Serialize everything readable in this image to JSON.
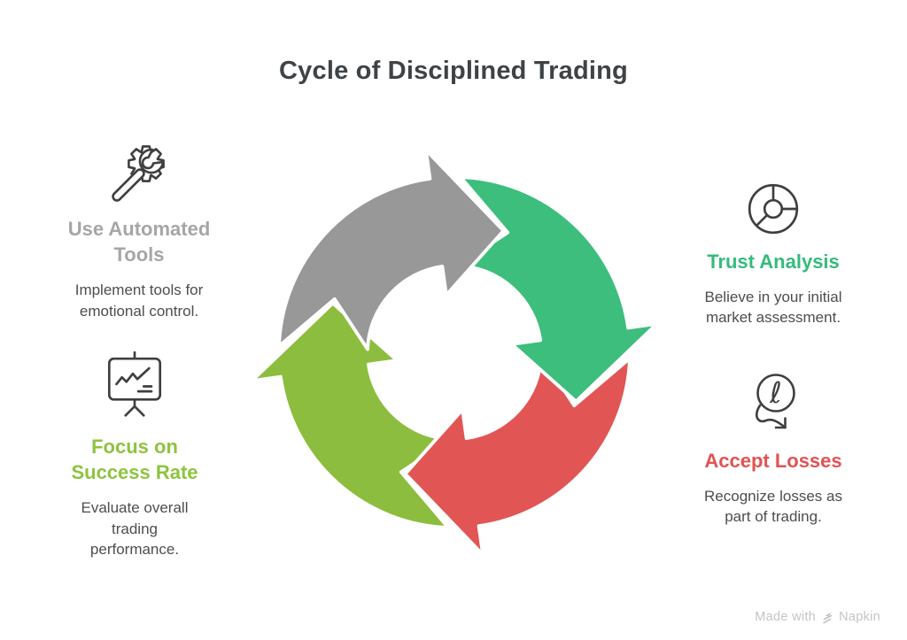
{
  "title": "Cycle of Disciplined Trading",
  "items": [
    {
      "id": "use-automated-tools",
      "heading": "Use Automated Tools",
      "heading_color": "#a6a6a6",
      "body": "Implement tools for emotional control.",
      "icon": "wrench-gear-icon"
    },
    {
      "id": "trust-analysis",
      "heading": "Trust Analysis",
      "heading_color": "#35bb7b",
      "body": "Believe in your initial market assessment.",
      "icon": "donut-chart-icon"
    },
    {
      "id": "accept-losses",
      "heading": "Accept Losses",
      "heading_color": "#e25252",
      "body": "Recognize losses as part of trading.",
      "icon": "falling-coin-icon"
    },
    {
      "id": "focus-on-success-rate",
      "heading": "Focus on Success Rate",
      "heading_color": "#8dc43f",
      "body": "Evaluate overall trading performance.",
      "icon": "presentation-chart-icon"
    }
  ],
  "cycle": {
    "direction": "clockwise",
    "segments": [
      {
        "label": "Use Automated Tools",
        "position": "top-left",
        "color": "#989898"
      },
      {
        "label": "Trust Analysis",
        "position": "top-right",
        "color": "#3dbe7d"
      },
      {
        "label": "Accept Losses",
        "position": "bottom-right",
        "color": "#e15654"
      },
      {
        "label": "Focus on Success Rate",
        "position": "bottom-left",
        "color": "#8dbd3e"
      }
    ]
  },
  "footer": {
    "text": "Made with",
    "brand": "Napkin"
  },
  "body_text_color": "#4d4d4d",
  "title_color": "#3f4347"
}
